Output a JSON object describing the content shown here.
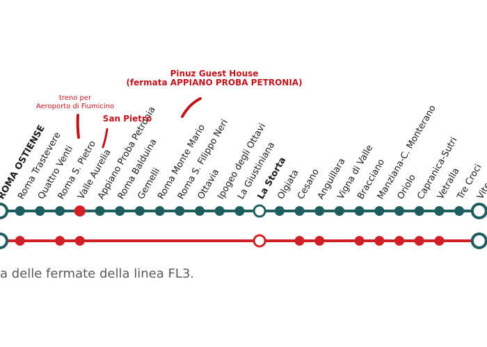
{
  "colors": {
    "green_line": "#1f5e5e",
    "red_line": "#d11f26",
    "annotation": "#c0141c",
    "text": "#1b1b1b"
  },
  "stations": [
    {
      "name": "ROMA OSTIENSE",
      "green": "terminus",
      "red": "terminus",
      "bold": true
    },
    {
      "name": "Roma Trastevere",
      "green": "stop",
      "red": "stop"
    },
    {
      "name": "Quattro Venti",
      "green": "stop",
      "red": "none"
    },
    {
      "name": "Roma S. Pietro",
      "green": "stop",
      "red": "stop"
    },
    {
      "name": "Valle Aurelia",
      "green": "highlight",
      "red": "stop"
    },
    {
      "name": "Appiano Proba Petronia",
      "green": "stop",
      "red": "none"
    },
    {
      "name": "Roma Balduina",
      "green": "stop",
      "red": "none"
    },
    {
      "name": "Gemelli",
      "green": "stop",
      "red": "none"
    },
    {
      "name": "Roma Monte Mario",
      "green": "stop",
      "red": "none"
    },
    {
      "name": "Roma S. Filippo Neri",
      "green": "stop",
      "red": "none"
    },
    {
      "name": "Ottavia",
      "green": "stop",
      "red": "none"
    },
    {
      "name": "Ipogeo degli Ottavi",
      "green": "stop",
      "red": "none"
    },
    {
      "name": "La Giustiniana",
      "green": "stop",
      "red": "none"
    },
    {
      "name": "La Storta",
      "green": "interchange",
      "red": "interchange",
      "bold": true
    },
    {
      "name": "Olgiata",
      "green": "stop",
      "red": "none"
    },
    {
      "name": "Cesano",
      "green": "stop",
      "red": "stop"
    },
    {
      "name": "Anguillara",
      "green": "stop",
      "red": "stop"
    },
    {
      "name": "Vigna di Valle",
      "green": "stop",
      "red": "none"
    },
    {
      "name": "Bracciano",
      "green": "stop",
      "red": "stop"
    },
    {
      "name": "Manziana-C. Monterano",
      "green": "stop",
      "red": "stop"
    },
    {
      "name": "Oriolo",
      "green": "stop",
      "red": "stop"
    },
    {
      "name": "Capranica-Sutri",
      "green": "stop",
      "red": "stop"
    },
    {
      "name": "Vetralla",
      "green": "stop",
      "red": "stop"
    },
    {
      "name": "Tre Croci",
      "green": "stop",
      "red": "none"
    },
    {
      "name": "Viterbo Porta Fiorentina",
      "green": "terminus",
      "red": "terminus"
    }
  ],
  "annotations": {
    "airport": [
      "treno per",
      "Aeroporto di Fiumicino"
    ],
    "san_pietro": "San Pietro",
    "guest_house": [
      "Pinuz Guest House",
      "(fermata APPIANO PROBA PETRONIA)"
    ]
  },
  "caption": "a delle fermate della linea FL3."
}
